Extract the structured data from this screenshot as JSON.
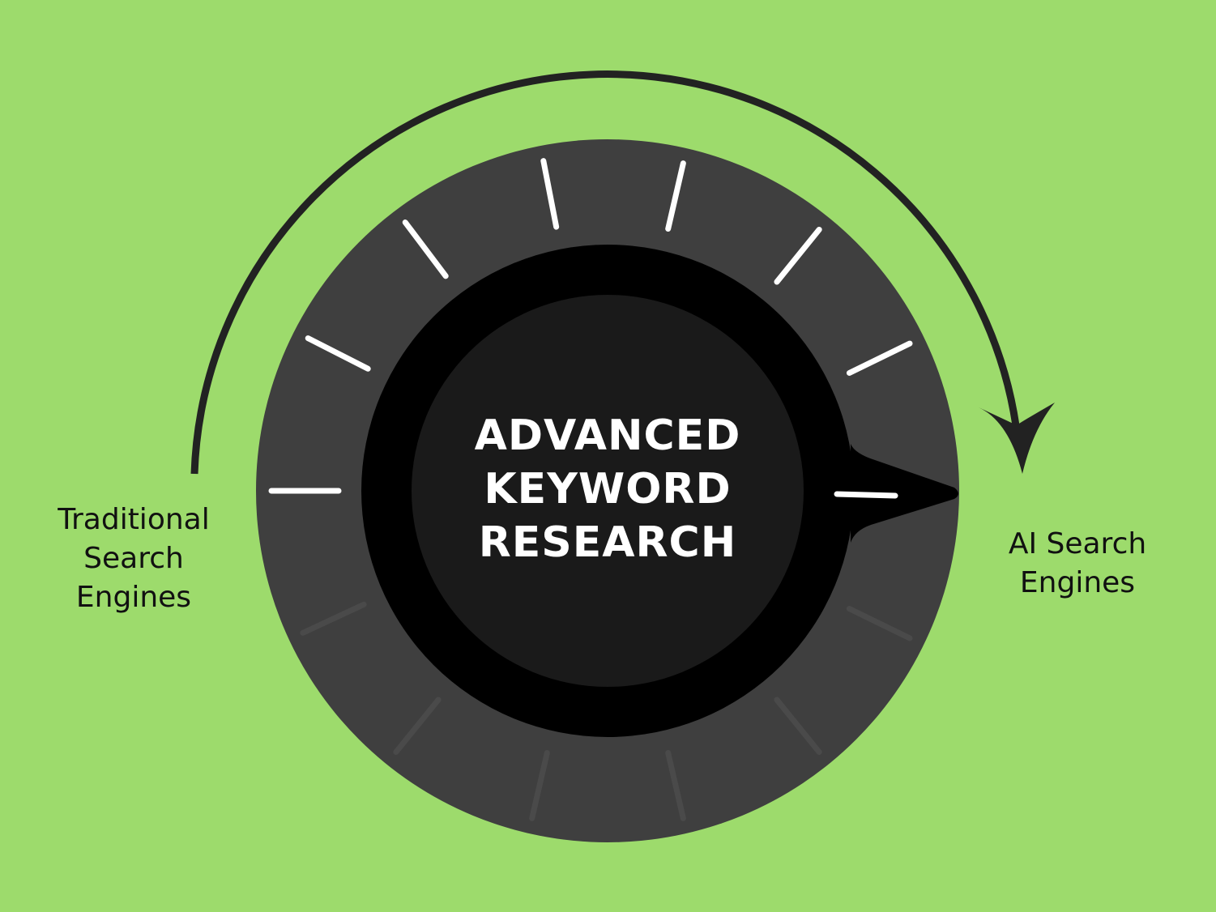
{
  "title_lines": [
    "ADVANCED",
    "KEYWORD",
    "RESEARCH"
  ],
  "left_label_lines": [
    "Traditional",
    "Search",
    "Engines"
  ],
  "right_label_lines": [
    "AI Search",
    "Engines"
  ],
  "colors": {
    "background": "#9ddb6c",
    "dial_outer": "#3f3f3f",
    "dial_ring": "#000000",
    "dial_center": "#1a1a1a",
    "tick_active": "#ffffff",
    "tick_inactive": "#4a4a4a",
    "arrow": "#222222"
  },
  "dial": {
    "active_tick_count": 8,
    "inactive_tick_count": 6,
    "pointer_direction": "right"
  }
}
